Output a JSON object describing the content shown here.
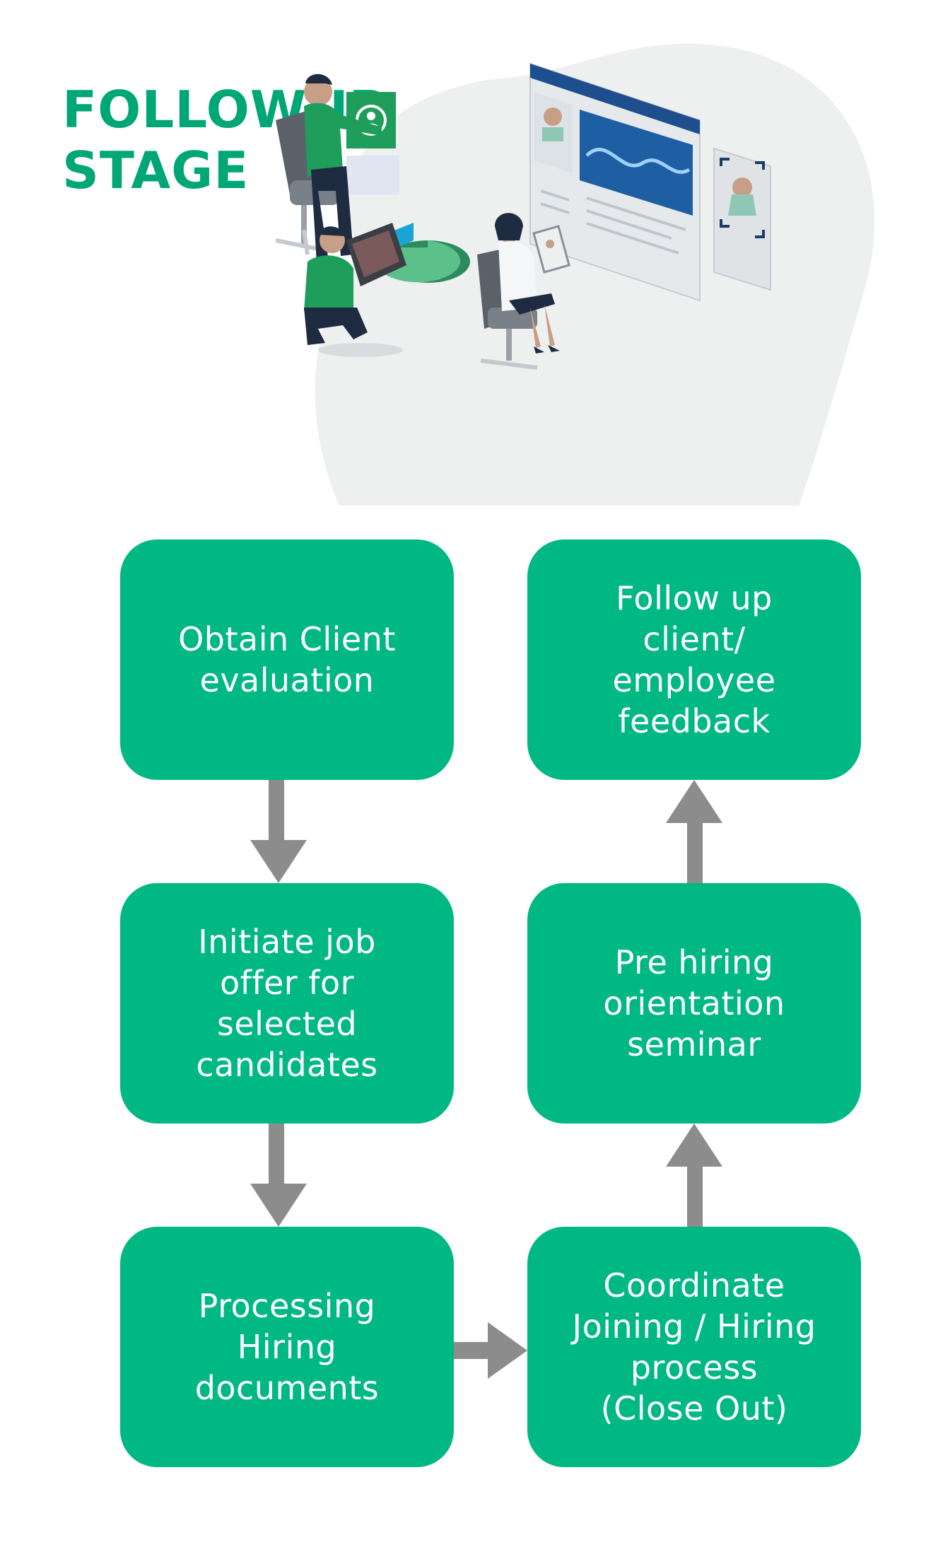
{
  "title": {
    "line1": "FOLLOWUP",
    "line2": "STAGE"
  },
  "illustration": {
    "icon": "recruitment-team-illustration",
    "colors": {
      "green": "#1f9e5b",
      "blue": "#1e5fa3",
      "bg": "#eef0f0"
    }
  },
  "steps": [
    {
      "label": "Obtain Client\nevaluation"
    },
    {
      "label": "Initiate job\noffer for\nselected\ncandidates"
    },
    {
      "label": "Processing\nHiring\ndocuments"
    },
    {
      "label": "Coordinate\nJoining / Hiring\nprocess\n(Close Out)"
    },
    {
      "label": "Pre hiring\norientation\nseminar"
    },
    {
      "label": "Follow up\nclient/\nemployee\nfeedback"
    }
  ],
  "colors": {
    "box": "#00b883",
    "arrow": "#8c8c8c",
    "title": "#00a776"
  }
}
